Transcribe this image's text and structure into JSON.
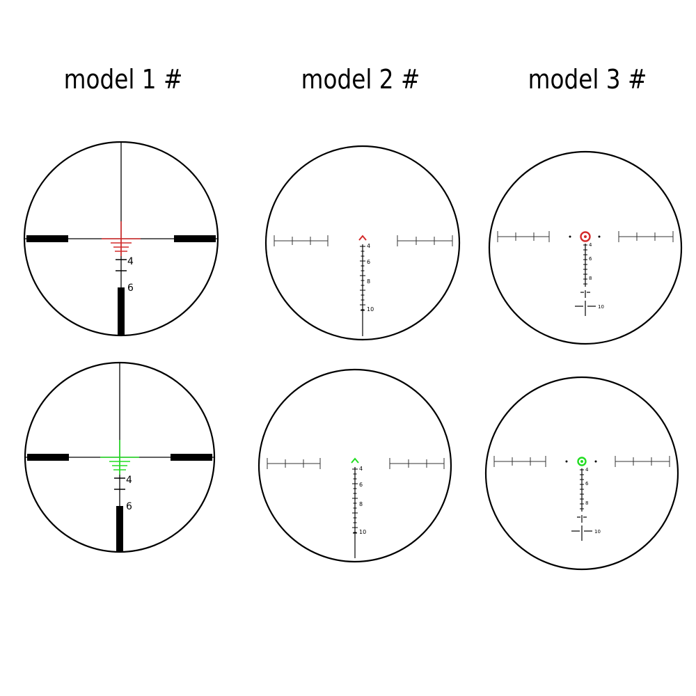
{
  "titles": [
    "model 1 #",
    "model 2 #",
    "model 3 #"
  ],
  "colors": {
    "ring": "#000000",
    "red": "#d42a2a",
    "green": "#22dd22",
    "line": "#000000",
    "tick": "#333333"
  },
  "reticles": [
    {
      "model": 1,
      "illumination": "red",
      "labels": [
        "4",
        "6"
      ]
    },
    {
      "model": 2,
      "illumination": "red",
      "labels": [
        "4",
        "6",
        "8",
        "10"
      ]
    },
    {
      "model": 3,
      "illumination": "red",
      "labels": [
        "4",
        "6",
        "8",
        "10"
      ]
    },
    {
      "model": 1,
      "illumination": "green",
      "labels": [
        "4",
        "6"
      ]
    },
    {
      "model": 2,
      "illumination": "green",
      "labels": [
        "4",
        "6",
        "8",
        "10"
      ]
    },
    {
      "model": 3,
      "illumination": "green",
      "labels": [
        "4",
        "6",
        "8",
        "10"
      ]
    }
  ]
}
